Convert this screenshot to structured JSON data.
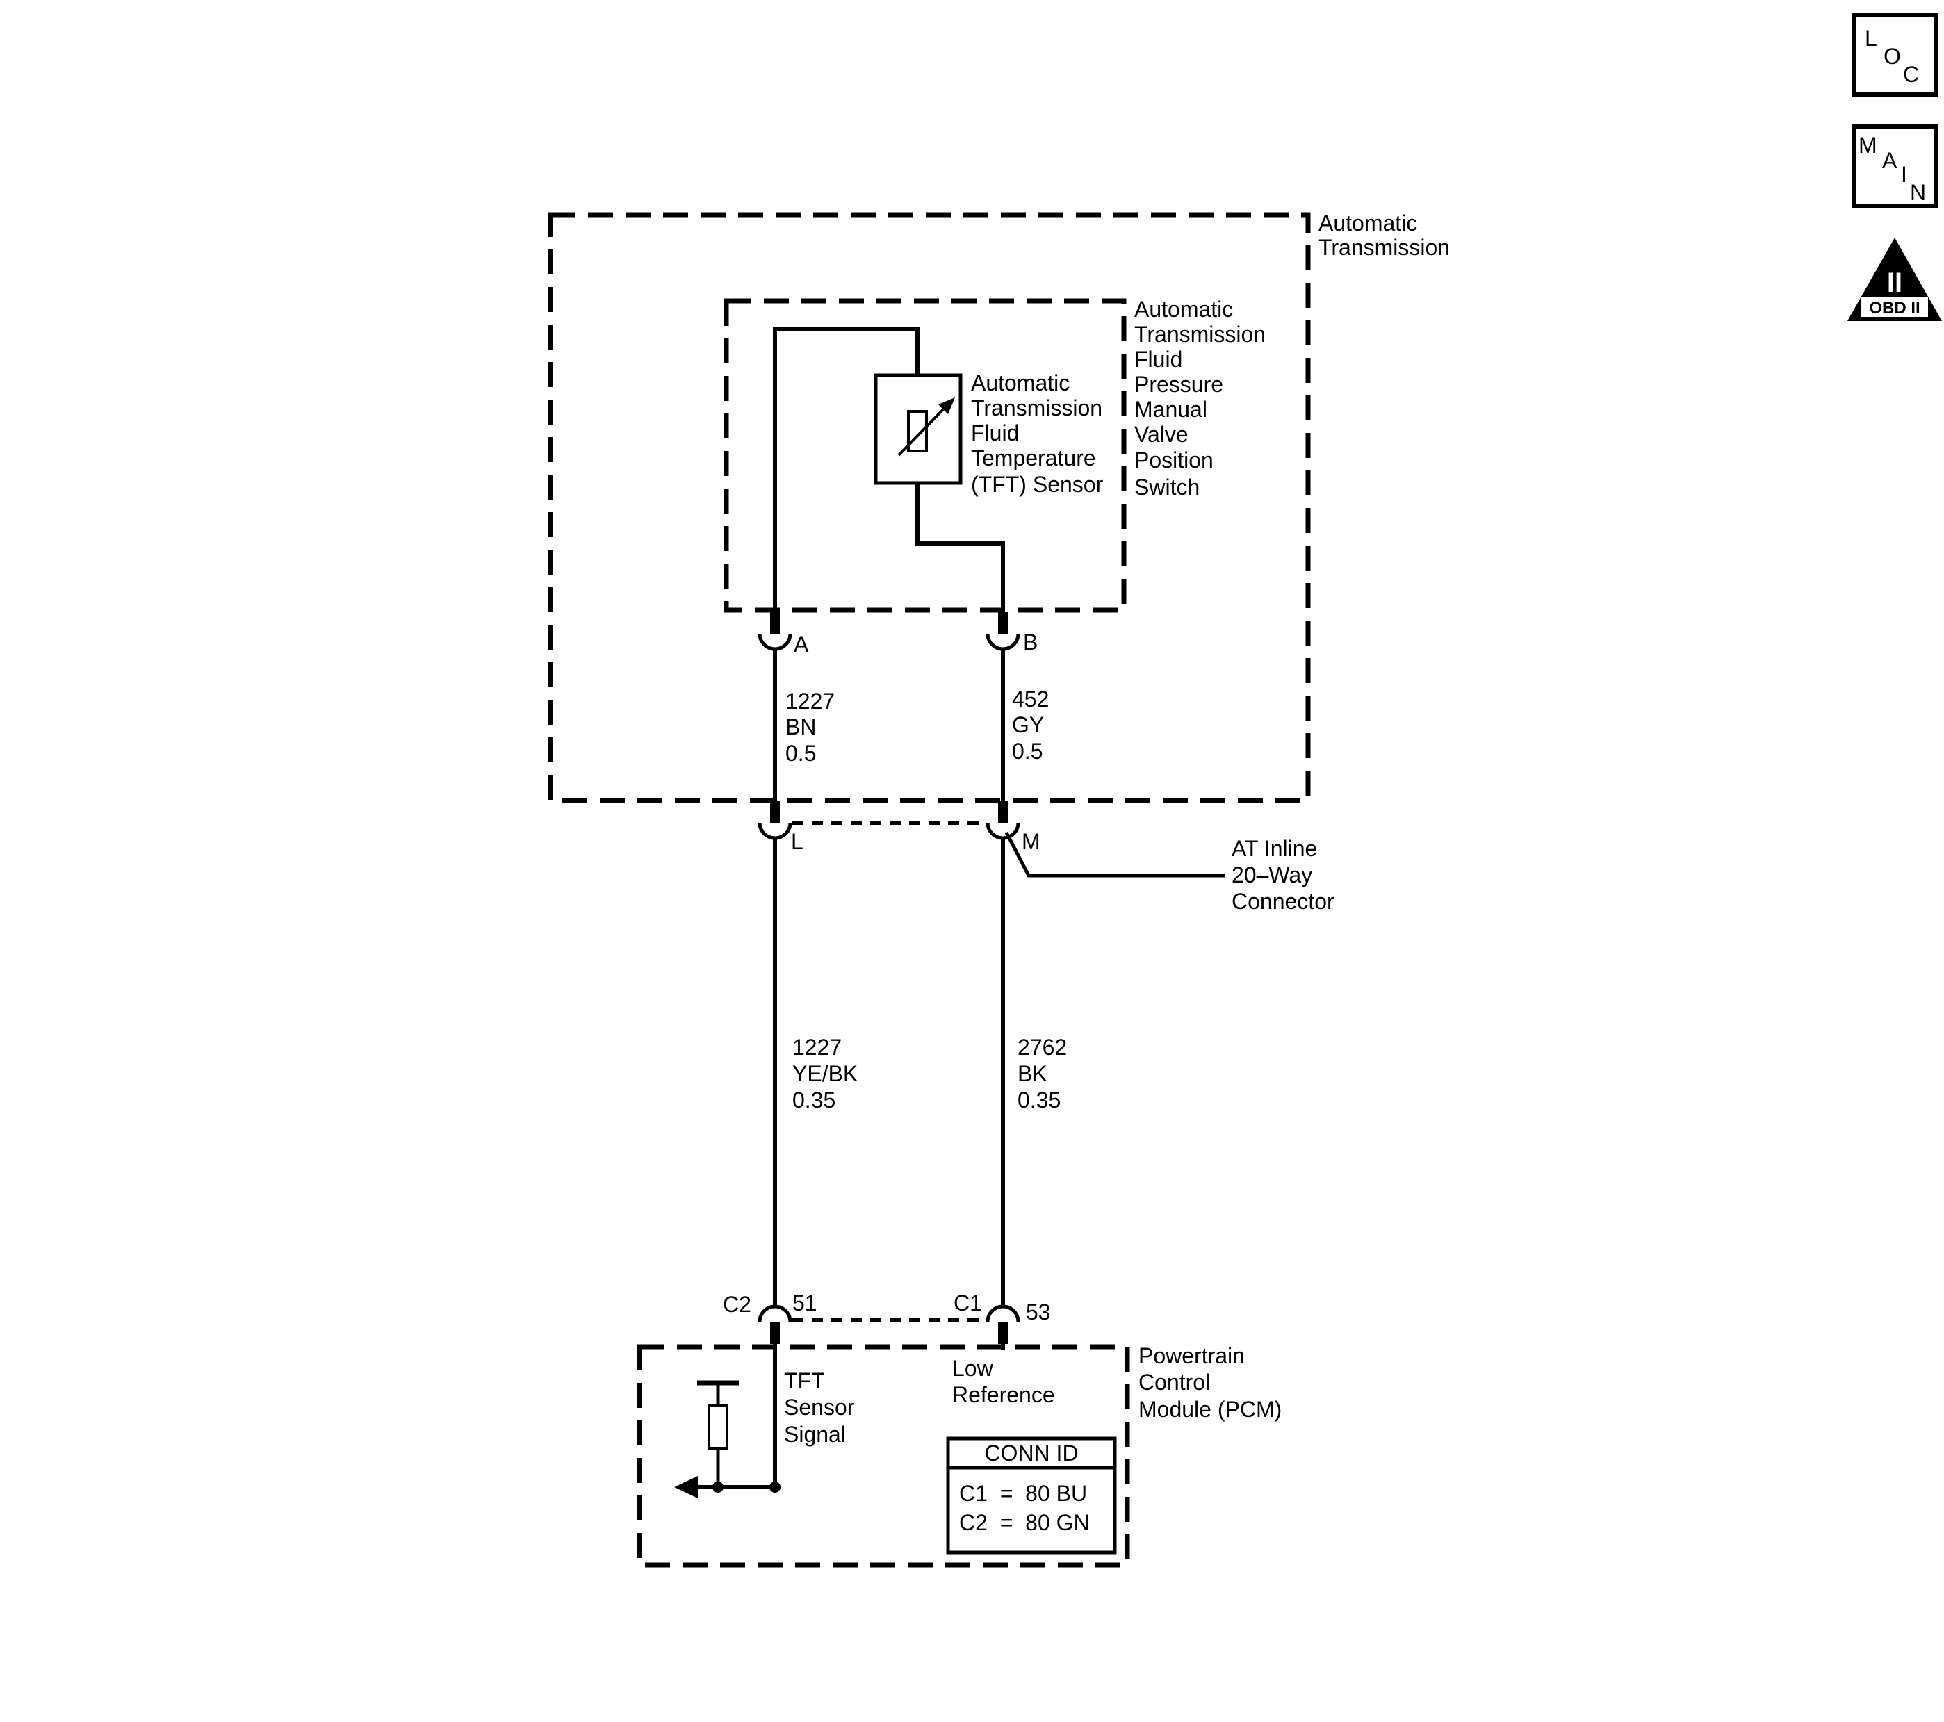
{
  "icons": {
    "loc": {
      "letters": [
        "L",
        "O",
        "C"
      ]
    },
    "main": {
      "letters": [
        "M",
        "A",
        "I",
        "N"
      ]
    },
    "obd": {
      "numeral": "II",
      "label": "OBD II"
    }
  },
  "components": {
    "transmission": [
      "Automatic",
      "Transmission"
    ],
    "pressure_switch": [
      "Automatic",
      "Transmission",
      "Fluid",
      "Pressure",
      "Manual",
      "Valve",
      "Position",
      "Switch"
    ],
    "tft_sensor": [
      "Automatic",
      "Transmission",
      "Fluid",
      "Temperature",
      "(TFT) Sensor"
    ],
    "inline_connector": [
      "AT Inline",
      "20–Way",
      "Connector"
    ],
    "pcm": [
      "Powertrain",
      "Control",
      "Module (PCM)"
    ]
  },
  "pins": {
    "a": "A",
    "b": "B",
    "l": "L",
    "m": "M",
    "c2": "C2",
    "p51": "51",
    "c1": "C1",
    "p53": "53"
  },
  "wires": {
    "upper_left": [
      "1227",
      "BN",
      "0.5"
    ],
    "upper_right": [
      "452",
      "GY",
      "0.5"
    ],
    "lower_left": [
      "1227",
      "YE/BK",
      "0.35"
    ],
    "lower_right": [
      "2762",
      "BK",
      "0.35"
    ]
  },
  "pcm_circuits": {
    "signal": [
      "TFT",
      "Sensor",
      "Signal"
    ],
    "low_ref": [
      "Low",
      "Reference"
    ]
  },
  "conn_id": {
    "title": "CONN ID",
    "rows": [
      "C1  =  80 BU",
      "C2  =  80 GN"
    ]
  }
}
